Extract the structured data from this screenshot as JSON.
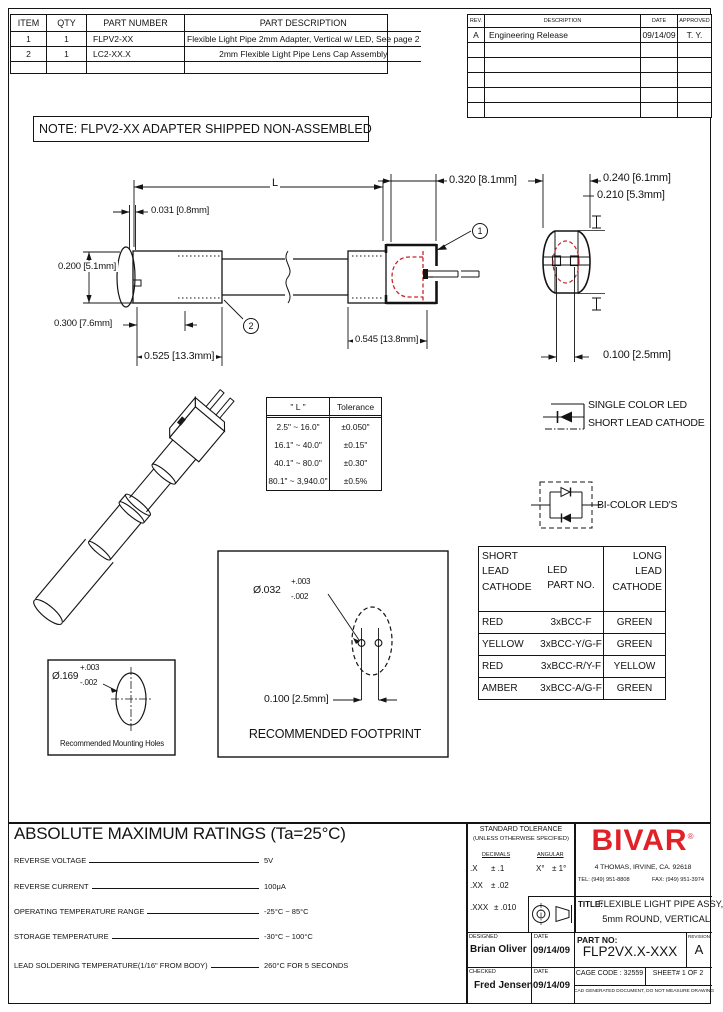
{
  "note": "NOTE: FLPV2-XX ADAPTER SHIPPED NON-ASSEMBLED",
  "bom": {
    "headers": [
      "ITEM",
      "QTY",
      "PART NUMBER",
      "PART DESCRIPTION"
    ],
    "rows": [
      [
        "1",
        "1",
        "FLPV2-XX",
        "Flexible Light Pipe 2mm Adapter, Vertical w/ LED, See page 2"
      ],
      [
        "2",
        "1",
        "LC2-XX.X",
        "2mm Flexible Light Pipe Lens Cap Assembly"
      ]
    ]
  },
  "rev_table": {
    "headers": [
      "REV.",
      "DESCRIPTION",
      "DATE",
      "APPROVED"
    ],
    "rows": [
      [
        "A",
        "Engineering Release",
        "09/14/09",
        "T. Y."
      ]
    ]
  },
  "dims": {
    "overall_length": "L",
    "d320": "0.320 [8.1mm]",
    "d240": "0.240 [6.1mm]",
    "d210": "0.210 [5.3mm]",
    "d031": "0.031 [0.8mm]",
    "d200": "0.200 [5.1mm]",
    "d300": "0.300 [7.6mm]",
    "d525": "0.525 [13.3mm]",
    "d545": "0.545 [13.8mm]",
    "d100": "0.100 [2.5mm]",
    "balloon_1": "1",
    "balloon_2": "2"
  },
  "tol_table": {
    "headers": [
      "\" L \"",
      "Tolerance"
    ],
    "rows": [
      [
        "2.5\" ~ 16.0\"",
        "±0.050\""
      ],
      [
        "16.1\" ~ 40.0\"",
        "±0.15\""
      ],
      [
        "40.1\" ~ 80.0\"",
        "±0.30\""
      ],
      [
        "80.1\" ~ 3,940.0\"",
        "±0.5%"
      ]
    ]
  },
  "led_symbols": {
    "single_1": "SINGLE COLOR LED",
    "single_2": "SHORT LEAD CATHODE",
    "bicolor": "BI-COLOR LED'S"
  },
  "led_table": {
    "headers": [
      "SHORT\nLEAD\nCATHODE",
      "LED\nPART NO.",
      "LONG\nLEAD\nCATHODE"
    ],
    "rows": [
      [
        "RED",
        "3xBCC-F",
        "GREEN"
      ],
      [
        "YELLOW",
        "3xBCC-Y/G-F",
        "GREEN"
      ],
      [
        "RED",
        "3xBCC-R/Y-F",
        "YELLOW"
      ],
      [
        "AMBER",
        "3xBCC-A/G-F",
        "GREEN"
      ]
    ]
  },
  "footprint": {
    "hole_dia": "Ø.032",
    "tol_plus": "+.003",
    "tol_minus": "-.002",
    "pitch": "0.100 [2.5mm]",
    "caption": "RECOMMENDED FOOTPRINT"
  },
  "mounting": {
    "hole_dia": "Ø.169",
    "tol_plus": "+.003",
    "tol_minus": "-.002",
    "caption": "Recommended Mounting Holes"
  },
  "ratings": {
    "title": "ABSOLUTE MAXIMUM RATINGS (Ta=25°C)",
    "rows": [
      [
        "REVERSE VOLTAGE",
        "5V"
      ],
      [
        "REVERSE CURRENT",
        "100μA"
      ],
      [
        "OPERATING TEMPERATURE RANGE",
        "-25°C ~ 85°C"
      ],
      [
        "STORAGE TEMPERATURE",
        "-30°C ~ 100°C"
      ],
      [
        "LEAD SOLDERING TEMPERATURE(1/16\" FROM BODY)",
        "260°C FOR 5 SECONDS"
      ]
    ]
  },
  "title_block": {
    "std_tol_1": "STANDARD TOLERANCE",
    "std_tol_2": "(UNLESS OTHERWISE SPECIFIED)",
    "decimals_label": "DECIMALS",
    "angular_label": "ANGULAR",
    "tol_x_name": ".X",
    "tol_x_val": "± .1",
    "tol_xx_name": ".XX",
    "tol_xx_val": "± .02",
    "tol_xxx_name": ".XXX",
    "tol_xxx_val": "± .010",
    "angular_x": "X°",
    "angular_val": "± 1°",
    "logo_text": "BIVAR",
    "logo_reg": "®",
    "address": "4  THOMAS, IRVINE, CA. 92618",
    "tel": "TEL: (949) 951-8808",
    "fax": "FAX: (949) 951-3974",
    "title_label": "TITLE:",
    "title_line_1": "FLEXIBLE LIGHT PIPE ASSY,",
    "title_line_2": "5mm ROUND, VERTICAL",
    "designed_label": "DESIGNED",
    "designed_name": "Brian Oliver",
    "date_label": "DATE",
    "designed_date": "09/14/09",
    "checked_label": "CHECKED",
    "checked_name": "Fred Jensen",
    "checked_date": "09/14/09",
    "part_no_label": "PART NO:",
    "part_no": "FLP2VX.X-XXX",
    "revision_label": "REVISION",
    "revision": "A",
    "cage_code": "CAGE CODE : 32559",
    "sheet": "SHEET# 1 OF 2",
    "cad_note": "CAD GENERATED DOCUMENT, DO NOT MEASURE DRAWING"
  },
  "colors": {
    "line": "#141414",
    "red_accent": "#c9252b",
    "logo_red": "#e02128"
  }
}
